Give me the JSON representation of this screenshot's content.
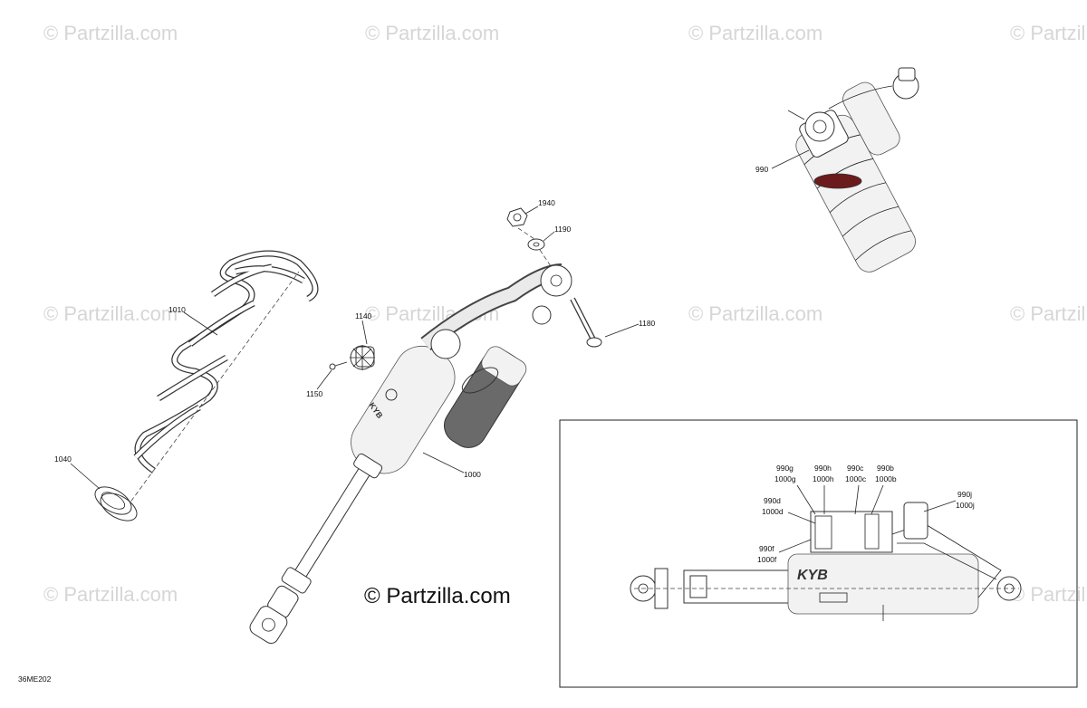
{
  "watermark": "© Partzilla.com",
  "diagram_code": "36ME202",
  "callouts": {
    "c990": "990",
    "c1940": "1940",
    "c1190": "1190",
    "c1010": "1010",
    "c1140": "1140",
    "c1180": "1180",
    "c1150": "1150",
    "c1040": "1040",
    "c1000": "1000"
  },
  "inset_callouts": {
    "g1": "990g",
    "g2": "1000g",
    "h1": "990h",
    "h2": "1000h",
    "c1": "990c",
    "c2": "1000c",
    "b1": "990b",
    "b2": "1000b",
    "j1": "990j",
    "j2": "1000j",
    "d1": "990d",
    "d2": "1000d",
    "f1": "990f",
    "f2": "1000f"
  },
  "brand_text": "KYB"
}
